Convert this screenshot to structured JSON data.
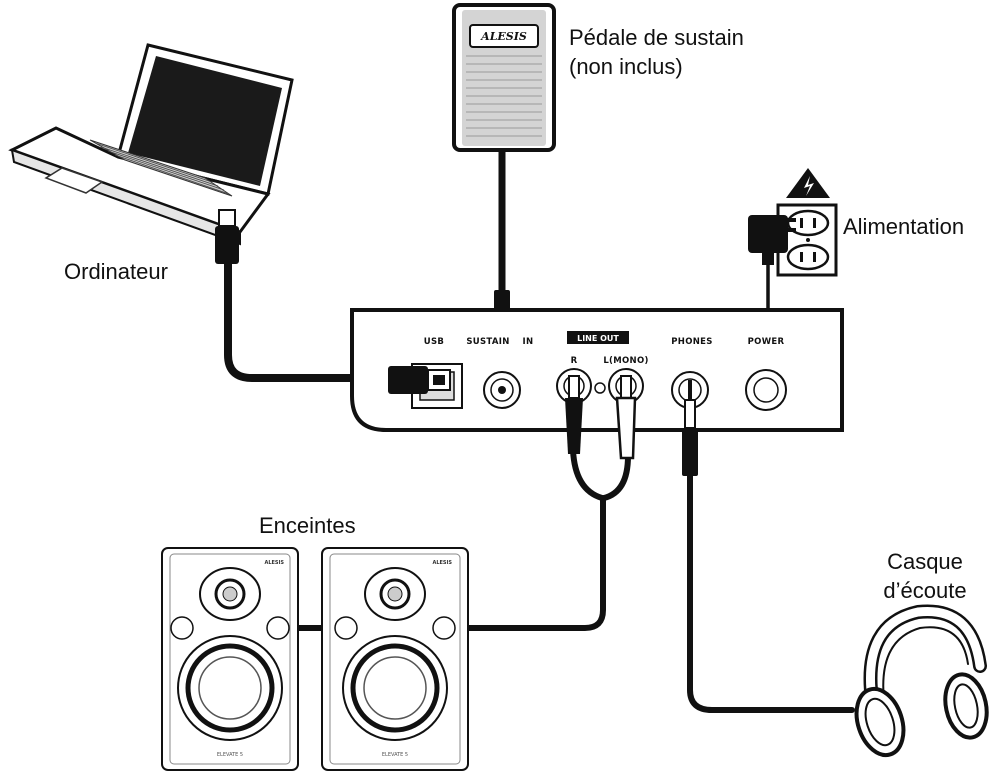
{
  "labels": {
    "sustain_pedal": "Pédale de sustain",
    "sustain_pedal_note": "(non inclus)",
    "computer": "Ordinateur",
    "power_supply": "Alimentation",
    "speakers": "Enceintes",
    "headphones_line1": "Casque",
    "headphones_line2": "d’écoute"
  },
  "rear_panel": {
    "usb": "USB",
    "sustain_in": "SUSTAIN",
    "sustain_in_suffix": "IN",
    "line_out": "LINE OUT",
    "line_out_r": "R",
    "line_out_l": "L(MONO)",
    "phones": "PHONES",
    "power": "POWER"
  },
  "devices": {
    "pedal_brand": "ALESIS",
    "speaker_brand": "ALESIS",
    "speaker_model": "ELEVATE 5"
  }
}
